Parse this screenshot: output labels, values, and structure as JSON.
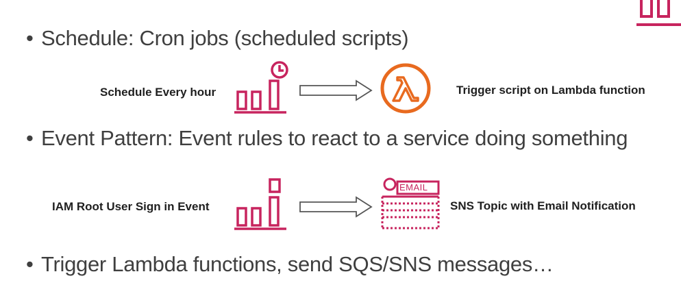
{
  "bullets": [
    "Schedule: Cron jobs (scheduled scripts)",
    "Event Pattern: Event rules to react to a service doing something",
    "Trigger Lambda functions, send SQS/SNS messages…"
  ],
  "row1": {
    "left_label": "Schedule Every hour",
    "right_label": "Trigger script on Lambda function"
  },
  "row2": {
    "left_label": "IAM Root User Sign in Event",
    "right_label": "SNS Topic with Email Notification",
    "email_tag": "EMAIL"
  },
  "colors": {
    "eventbridge": "#c7245e",
    "lambda": "#e86a1f",
    "arrow": "#555555"
  },
  "icons": [
    "eventbridge-icon",
    "clock-icon",
    "arrow-icon",
    "lambda-icon",
    "email-notification-icon"
  ]
}
